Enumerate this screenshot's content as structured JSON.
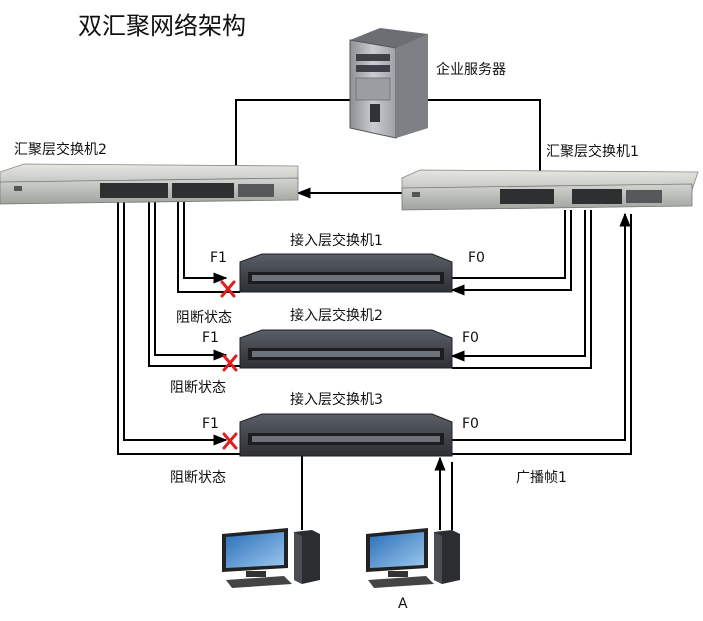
{
  "title": "双汇聚网络架构",
  "devices": {
    "server_label": "企业服务器",
    "agg_switch_2_label": "汇聚层交换机2",
    "agg_switch_1_label": "汇聚层交换机1",
    "access_switch_1_label": "接入层交换机1",
    "access_switch_2_label": "接入层交换机2",
    "access_switch_3_label": "接入层交换机3",
    "pc_a_label": "A"
  },
  "ports": {
    "f1_row1": "F1",
    "f0_row1": "F0",
    "f1_row2": "F1",
    "f0_row2": "F0",
    "f1_row3": "F1",
    "f0_row3": "F0"
  },
  "states": {
    "blocked_row1": "阻断状态",
    "blocked_row2": "阻断状态",
    "blocked_row3": "阻断状态"
  },
  "frame_label": "广播帧1",
  "colors": {
    "link": "#000000",
    "blocked_marker": "#e02020",
    "agg_switch_body": "#c9cbc6",
    "access_switch_body": "#3a3d42",
    "server_body": "#b9bcc0"
  }
}
